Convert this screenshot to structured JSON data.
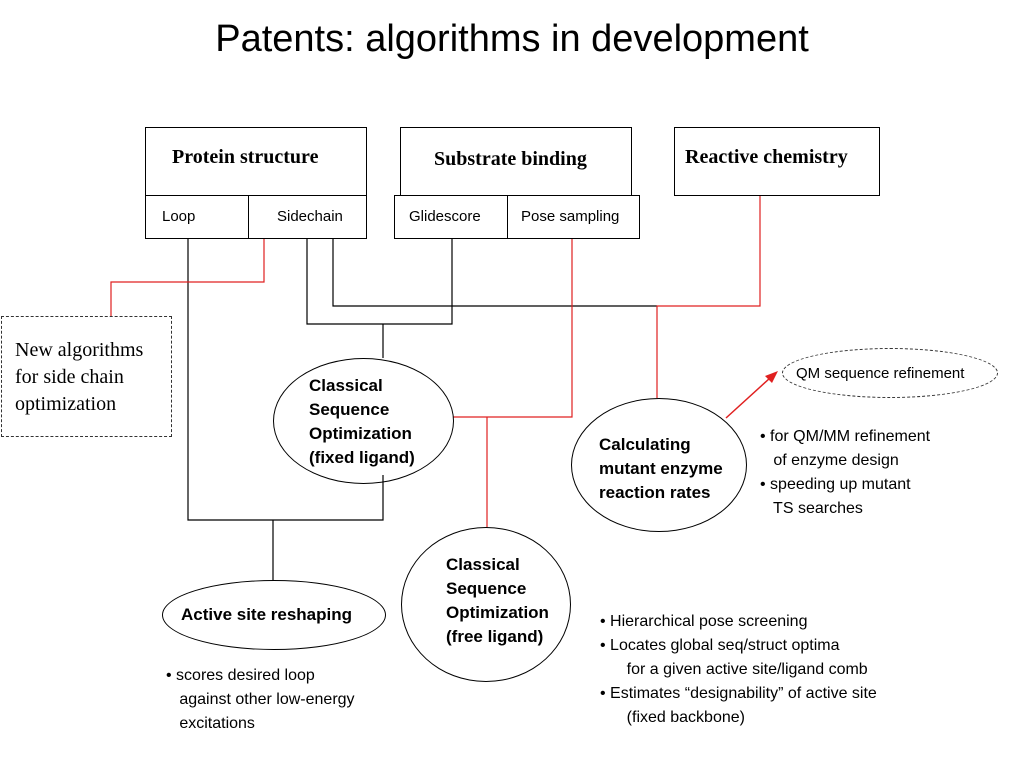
{
  "title": "Patents: algorithms in development",
  "boxes": {
    "protein": {
      "header": "Protein structure",
      "cells": [
        "Loop",
        "Sidechain"
      ]
    },
    "substrate": {
      "header": "Substrate binding",
      "cells": [
        "Glidescore",
        "Pose sampling"
      ]
    },
    "reactive": {
      "header": "Reactive chemistry"
    }
  },
  "new_algorithms": [
    "New algorithms",
    "for side chain",
    "optimization"
  ],
  "qm": "QM sequence refinement",
  "nodes": {
    "cso_fixed": [
      "Classical",
      "Sequence",
      "Optimization",
      "(fixed ligand)"
    ],
    "cso_free": [
      "Classical",
      "Sequence",
      "Optimization",
      "(free ligand)"
    ],
    "calc": [
      "Calculating",
      "mutant enzyme",
      "reaction rates"
    ],
    "active": "Active site reshaping"
  },
  "notes": {
    "calc": [
      "• for QM/MM refinement",
      "   of enzyme design",
      "• speeding up mutant",
      "   TS searches"
    ],
    "cso_free": [
      "• Hierarchical pose screening",
      "• Locates global seq/struct optima",
      "      for a given active site/ligand comb",
      "• Estimates “designability” of active site",
      "      (fixed backbone)"
    ],
    "active": [
      "• scores desired loop",
      "   against other low-energy",
      "   excitations"
    ]
  },
  "colors": {
    "black_wire": "#000000",
    "red_wire": "#e02020",
    "arrow": "#e02020"
  }
}
